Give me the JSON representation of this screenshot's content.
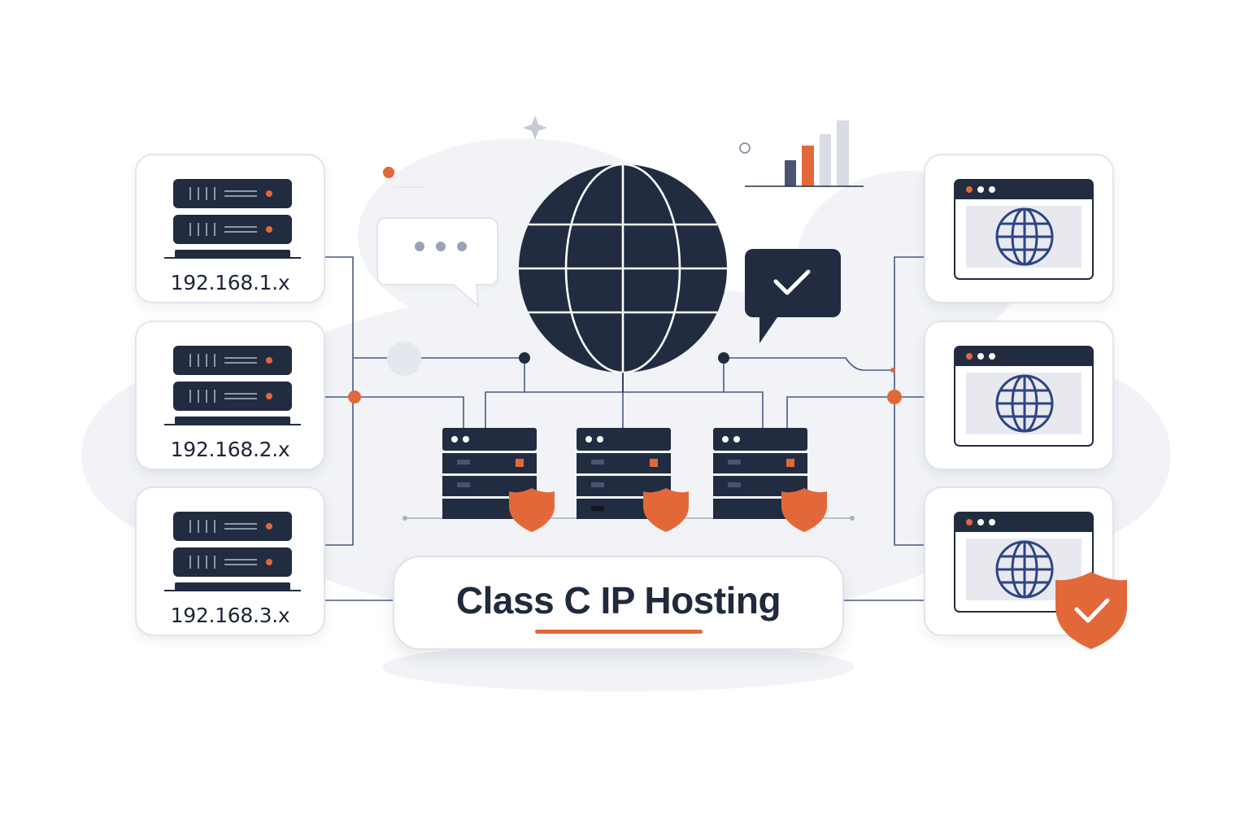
{
  "title": "Class C IP Hosting",
  "subnets": [
    {
      "label": "192.168.1.x"
    },
    {
      "label": "192.168.2.x"
    },
    {
      "label": "192.168.3.x"
    }
  ],
  "colors": {
    "navy": "#222c40",
    "accent": "#e2683a",
    "line": "#4a5a85",
    "globe_blue": "#2b4485"
  },
  "icons": [
    "server-rack-icon",
    "globe-icon",
    "chat-bubble-icon",
    "check-bubble-icon",
    "bar-chart-icon",
    "shield-icon",
    "shield-check-icon",
    "browser-window-icon",
    "sparkle-icon"
  ]
}
